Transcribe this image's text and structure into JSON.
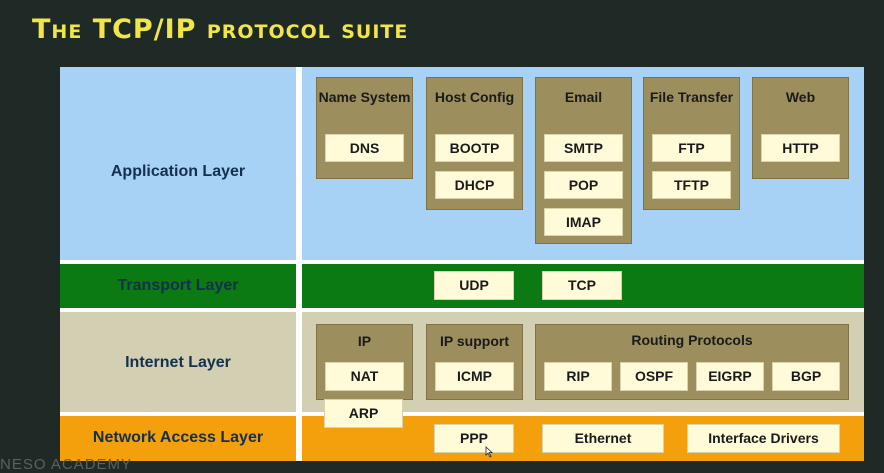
{
  "title": "The TCP/IP protocol suite",
  "watermark": "NESO ACADEMY",
  "layers": {
    "application": "Application Layer",
    "transport": "Transport Layer",
    "internet": "Internet Layer",
    "network": "Network Access Layer"
  },
  "application_groups": [
    {
      "title": "Name System",
      "protocols": [
        "DNS"
      ]
    },
    {
      "title": "Host Config",
      "protocols": [
        "BOOTP",
        "DHCP"
      ]
    },
    {
      "title": "Email",
      "protocols": [
        "SMTP",
        "POP",
        "IMAP"
      ]
    },
    {
      "title": "File Transfer",
      "protocols": [
        "FTP",
        "TFTP"
      ]
    },
    {
      "title": "Web",
      "protocols": [
        "HTTP"
      ]
    }
  ],
  "transport_protocols": [
    "UDP",
    "TCP"
  ],
  "internet_groups": [
    {
      "title": "IP",
      "protocols": [
        "NAT",
        "ARP"
      ]
    },
    {
      "title": "IP support",
      "protocols": [
        "ICMP"
      ]
    },
    {
      "title": "Routing Protocols",
      "protocols": [
        "RIP",
        "OSPF",
        "EIGRP",
        "BGP"
      ]
    }
  ],
  "network_protocols": [
    "PPP",
    "Ethernet",
    "Interface Drivers"
  ],
  "colors": {
    "application": "#a7d1f5",
    "transport": "#0c7a12",
    "internet": "#d2cfb2",
    "network": "#f4a00c",
    "title": "#f0e64a"
  }
}
